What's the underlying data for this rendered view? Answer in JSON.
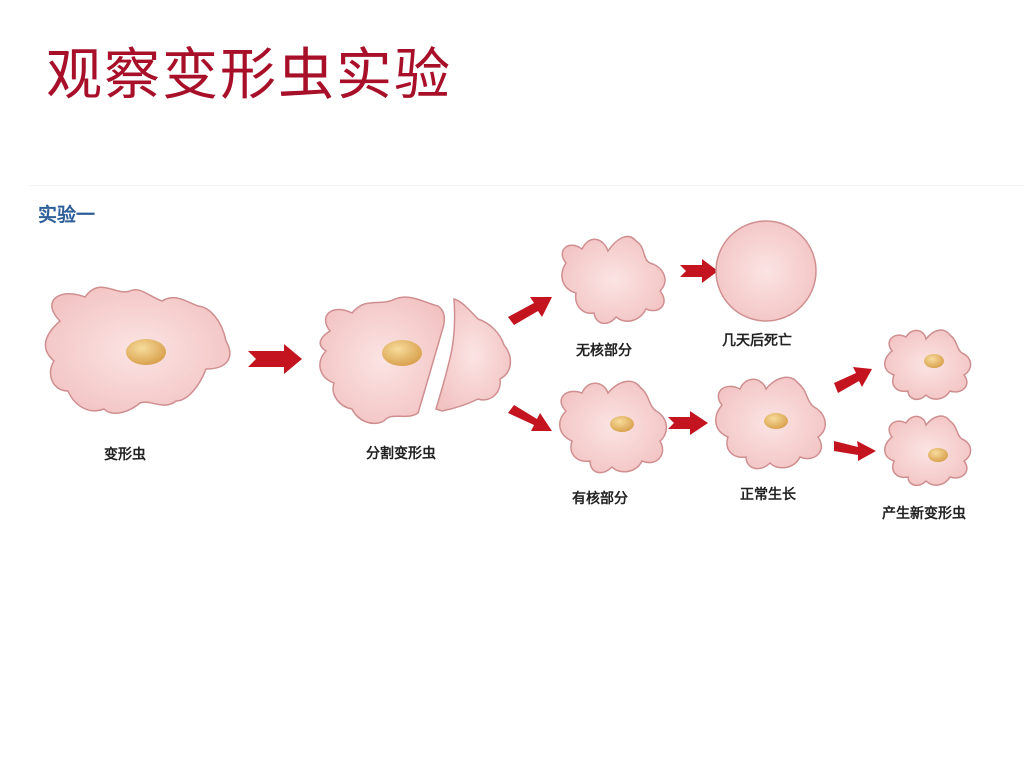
{
  "title": "观察变形虫实验",
  "diagram": {
    "experiment_label": "实验一",
    "stages": {
      "amoeba": "变形虫",
      "cut": "分割变形虫",
      "no_nucleus": "无核部分",
      "dies": "几天后死亡",
      "with_nucleus": "有核部分",
      "normal_growth": "正常生长",
      "new_amoebas": "产生新变形虫"
    },
    "colors": {
      "title": "#a8102a",
      "experiment_label": "#2f5f98",
      "cell_fill": "#f6cfcf",
      "cell_stroke": "#cf8f90",
      "nucleus": "#e6b86a",
      "arrow": "#c3141f",
      "label": "#222222"
    }
  }
}
